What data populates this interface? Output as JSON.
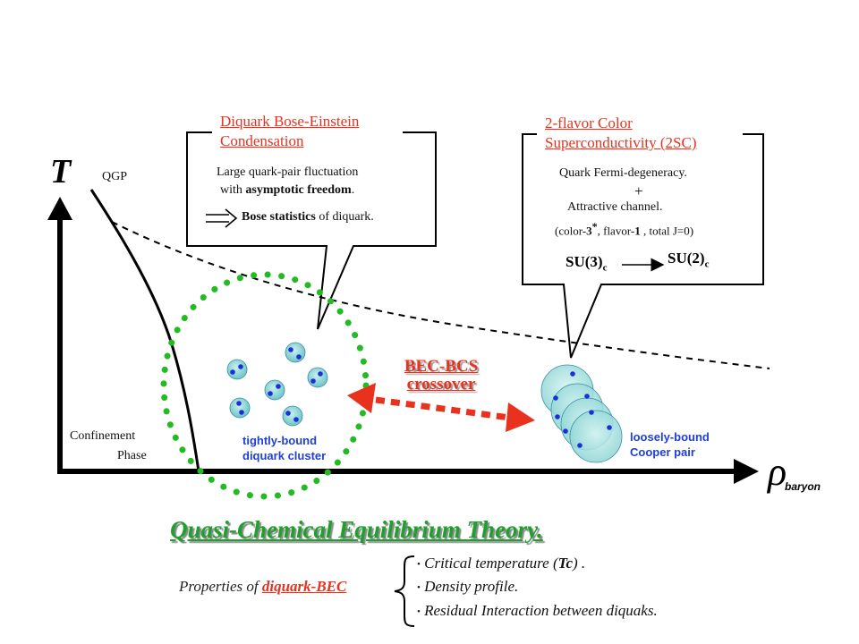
{
  "axes": {
    "y_label": "T",
    "x_label_symbol": "ρ",
    "x_label_sub": "baryon"
  },
  "phases": {
    "qgp": "QGP",
    "confinement_line1": "Confinement",
    "confinement_line2": "Phase"
  },
  "bec_box": {
    "title_line1": "Diquark Bose-Einstein",
    "title_line2": "Condensation",
    "line1": "Large quark-pair fluctuation",
    "line2_pre": "with ",
    "line2_bold": "asymptotic freedom",
    "line2_post": ".",
    "line3_bold": "Bose statistics",
    "line3_post": " of diquark."
  },
  "sc_box": {
    "title_line1": "2-flavor Color",
    "title_line2": "Superconductivity (2SC)",
    "line1": "Quark Fermi-degeneracy.",
    "plus": "+",
    "line2": "Attractive channel.",
    "line3_pre": "(color-",
    "line3_bold3": "3",
    "line3_star": "*",
    "line3_mid": ", flavor-",
    "line3_bold1": "1",
    "line3_post": " , total J=0)",
    "su3": "SU(3)",
    "su3_sub": "c",
    "su2": "SU(2)",
    "su2_sub": "c"
  },
  "labels": {
    "tight_line1": "tightly-bound",
    "tight_line2": "diquark cluster",
    "loose_line1": "loosely-bound",
    "loose_line2": "Cooper pair",
    "crossover_line1": "BEC-BCS",
    "crossover_line2": "crossover"
  },
  "theory": {
    "title": "Quasi-Chemical Equilibrium Theory.",
    "properties_pre": "Properties of ",
    "properties_red": "diquark-BEC",
    "bullets": [
      "Critical temperature (",
      "Density profile.",
      "Residual Interaction between diquaks."
    ],
    "tc_symbol": "Tc",
    "tc_post": ") ."
  },
  "colors": {
    "red": "#e8321e",
    "green": "#1fa02e",
    "blue": "#1f3fd6",
    "cluster_fill": "#8fd4d4",
    "dot_ring": "#22bb22"
  }
}
